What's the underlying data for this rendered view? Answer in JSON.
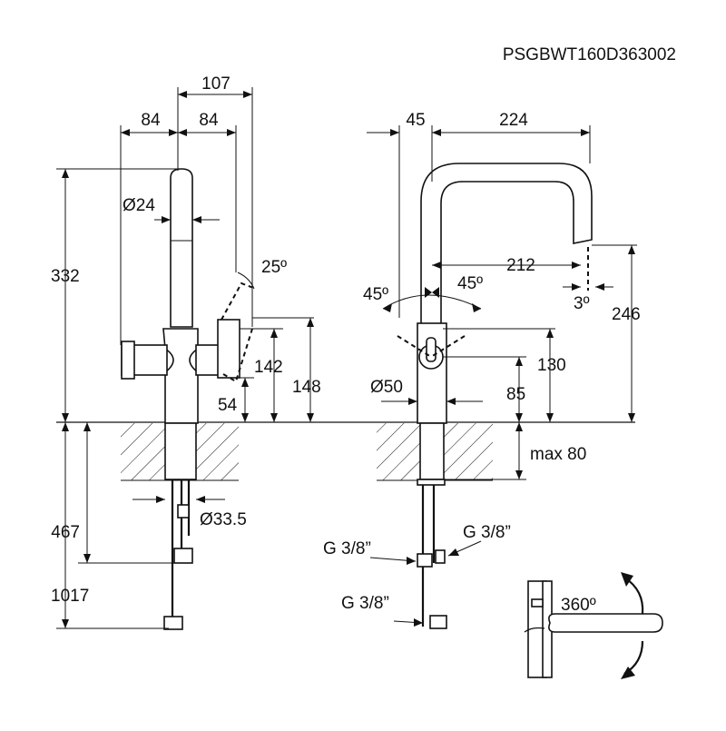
{
  "diagram": {
    "product_code": "PSGBWT160D363002",
    "side_view": {
      "dim_top_total": "107",
      "dim_left_84": "84",
      "dim_right_84": "84",
      "dim_spout_diameter": "Ø24",
      "dim_height_total": "332",
      "dim_lever_angle": "25º",
      "dim_142": "142",
      "dim_148": "148",
      "dim_54": "54",
      "dim_shank_diameter": "Ø33.5",
      "dim_467": "467",
      "dim_1017": "1017"
    },
    "front_view": {
      "dim_45": "45",
      "dim_224": "224",
      "dim_212": "212",
      "dim_angle_left": "45º",
      "dim_angle_right": "45º",
      "dim_spray_angle": "3º",
      "dim_246": "246",
      "dim_130": "130",
      "dim_base_diameter": "Ø50",
      "dim_85": "85",
      "dim_max_thickness": "max 80",
      "thread_1": "G 3/8”",
      "thread_2": "G 3/8”",
      "thread_3": "G 3/8”"
    },
    "rotation_view": {
      "rotation_label": "360º"
    }
  }
}
